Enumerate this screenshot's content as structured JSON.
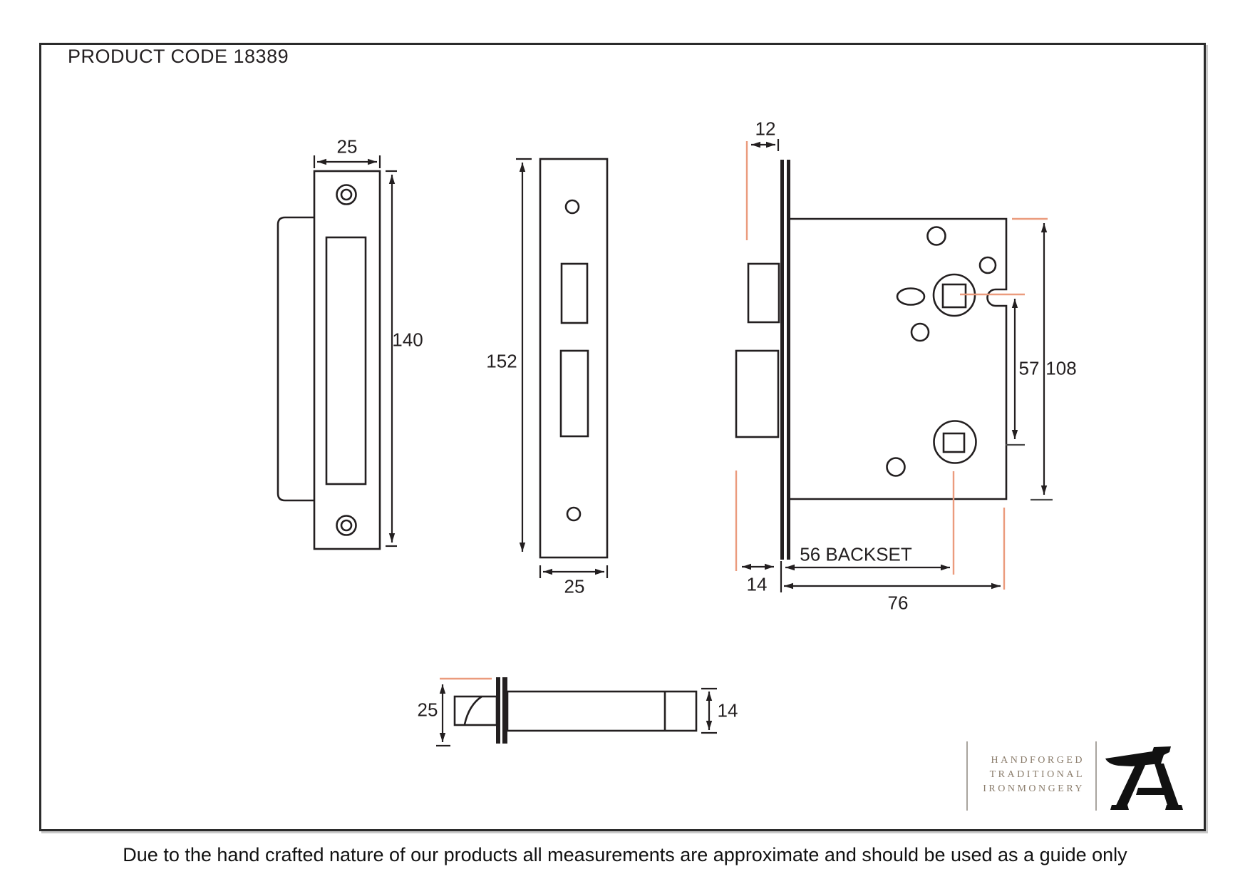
{
  "title": {
    "product_code": "PRODUCT CODE 18389"
  },
  "footer": {
    "disclaimer": "Due to the hand crafted nature of our products all measurements are approximate and should be used as a guide only"
  },
  "colors": {
    "line": "#231f20",
    "dim_reference_pink": "#eb9b7d",
    "logo_text": "#8b7d6c",
    "logo_mark": "#111111"
  },
  "dimensions": {
    "strike_plate_width": "25",
    "strike_plate_height": "140",
    "faceplate_height": "152",
    "faceplate_width": "25",
    "latch_protrusion": "12",
    "deadbolt_protrusion": "14",
    "backset": "56 BACKSET",
    "case_depth": "76",
    "follower_spacing": "57",
    "case_height": "108",
    "latch_faceplate_height": "25",
    "latch_bolt_height": "14"
  },
  "logo": {
    "line1": "HANDFORGED",
    "line2": "TRADITIONAL",
    "line3": "IRONMONGERY",
    "icon": "anvil-a-monogram"
  }
}
